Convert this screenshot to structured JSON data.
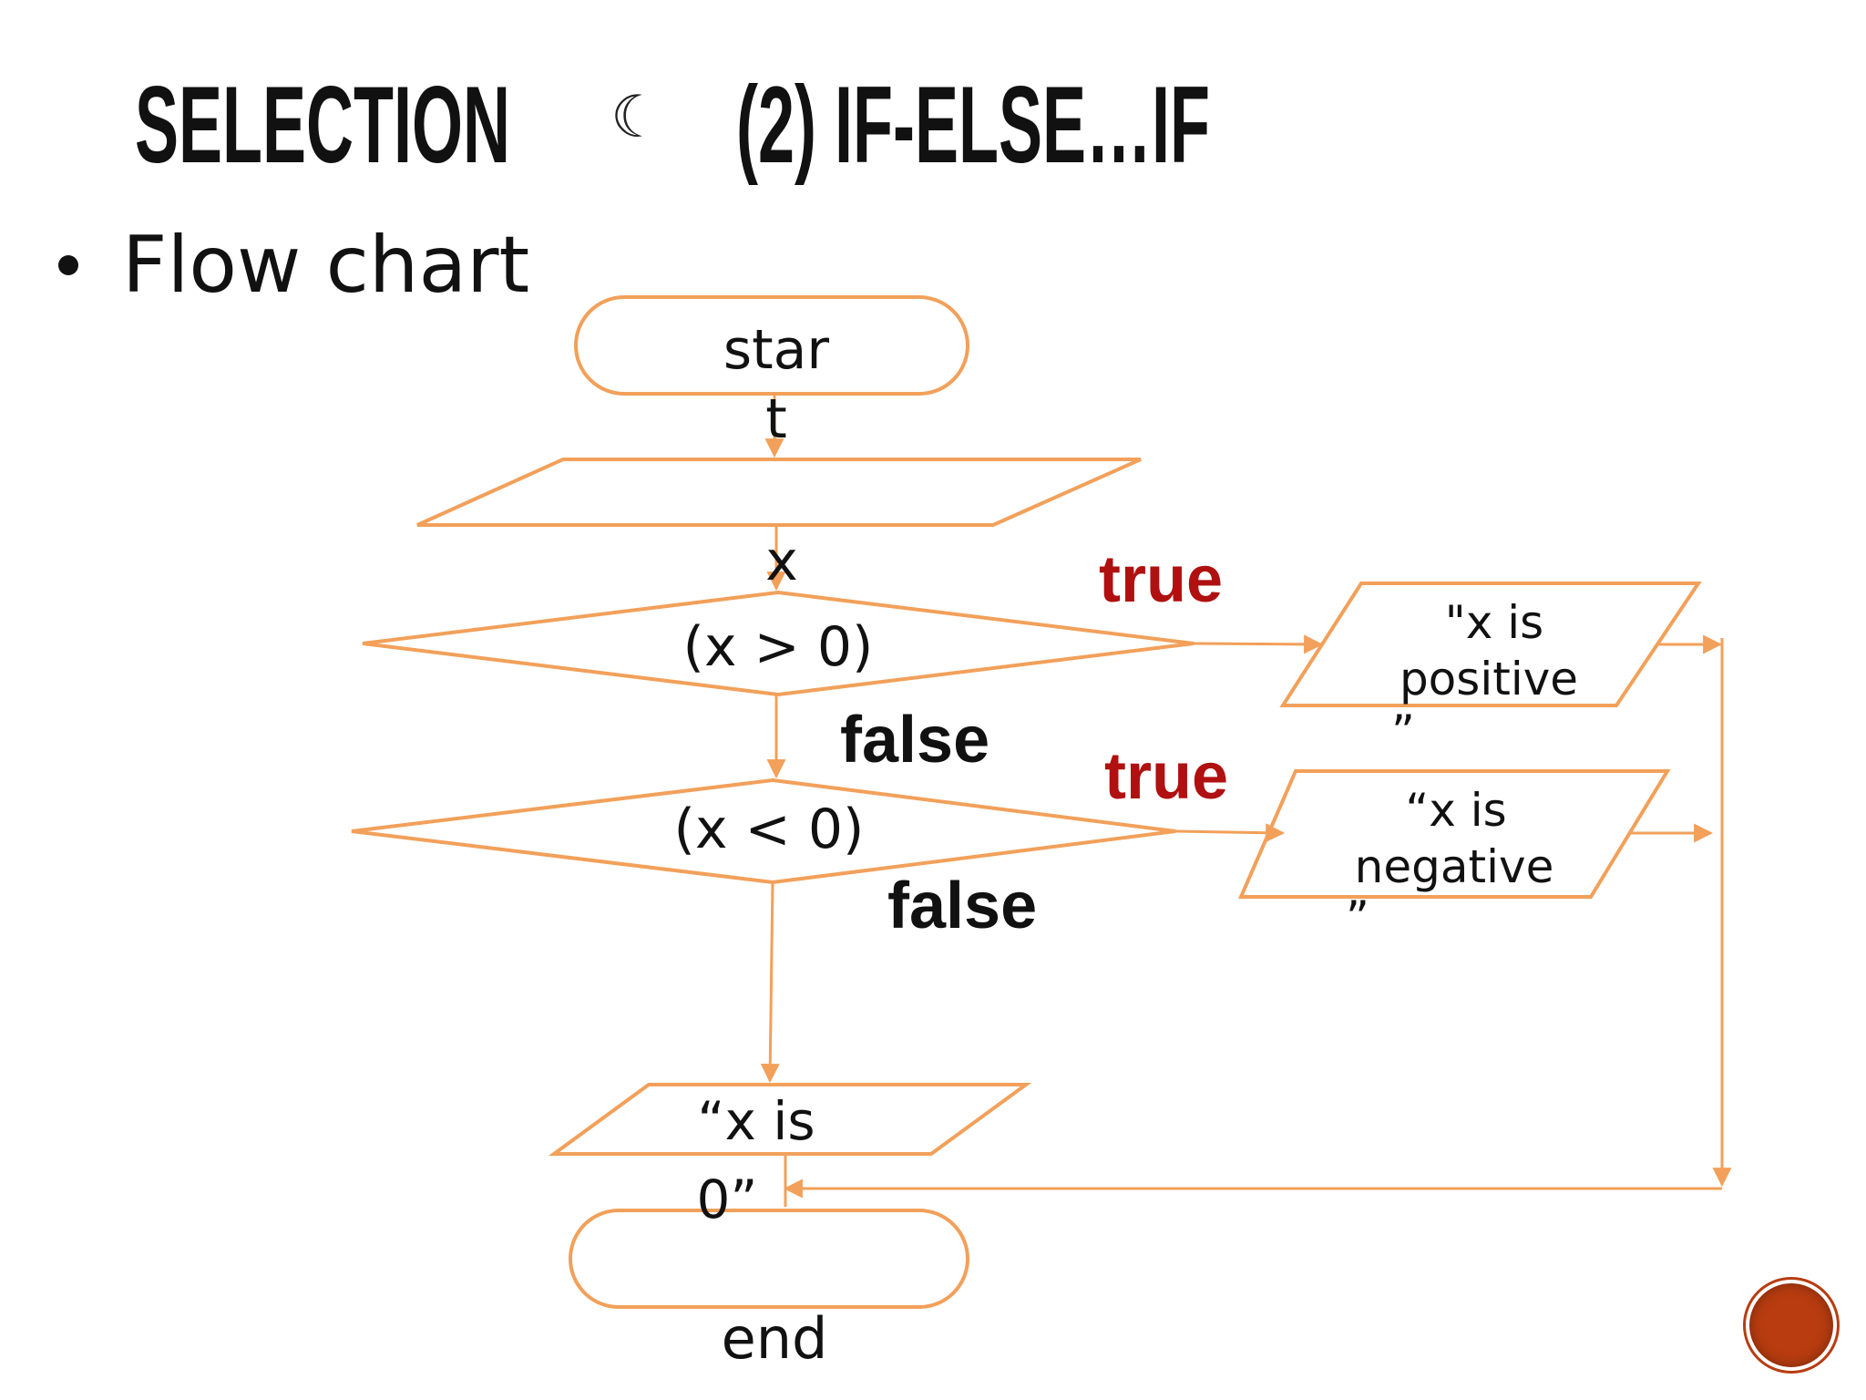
{
  "slide": {
    "title_left": "SELECTION",
    "title_glyph": "☾",
    "title_right": "(2) IF-ELSE…IF",
    "bullet": "Flow chart"
  },
  "flowchart": {
    "start_line1": "star",
    "start_line2": "t",
    "input_var": "x",
    "cond1": "(x > 0)",
    "cond1_true": "true",
    "cond1_false": "false",
    "cond2": "(x < 0)",
    "cond2_true": "true",
    "cond2_false": "false",
    "out_pos_l1": "\"x is",
    "out_pos_l2": "positive",
    "out_pos_l3": "”",
    "out_neg_l1": "“x is",
    "out_neg_l2": "negative",
    "out_neg_l3": "”",
    "out_zero_l1": "“x is",
    "out_zero_l2": "0”",
    "end": "end"
  },
  "colors": {
    "stroke": "#f2a05a",
    "true_label": "#b01010",
    "false_label": "#111111",
    "badge": "#b83c10"
  },
  "icons": {
    "title_glyph": "crescent-moon-icon",
    "corner": "slide-number-badge"
  }
}
